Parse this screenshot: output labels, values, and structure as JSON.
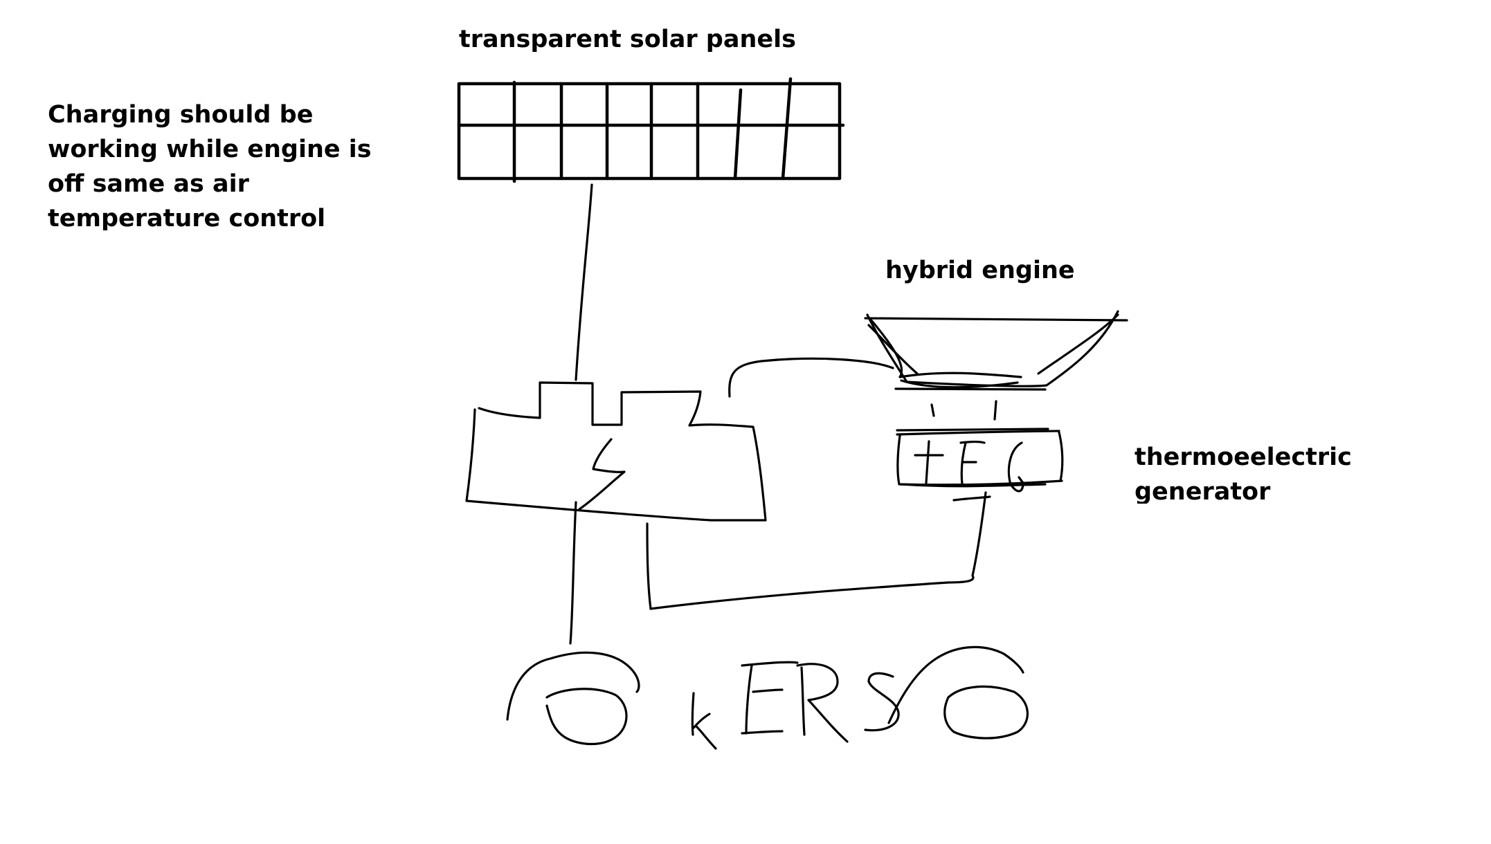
{
  "labels": {
    "solar": "transparent solar panels",
    "charging_lines": [
      "Charging should be",
      "working while engine is",
      "off same as air",
      "temperature control"
    ],
    "hybrid": "hybrid engine",
    "teg_lines": [
      "thermoeelectric",
      "generator"
    ]
  },
  "handwriting": {
    "kers": "KERS"
  },
  "colors": {
    "ink": "#000000",
    "background": "#ffffff"
  }
}
